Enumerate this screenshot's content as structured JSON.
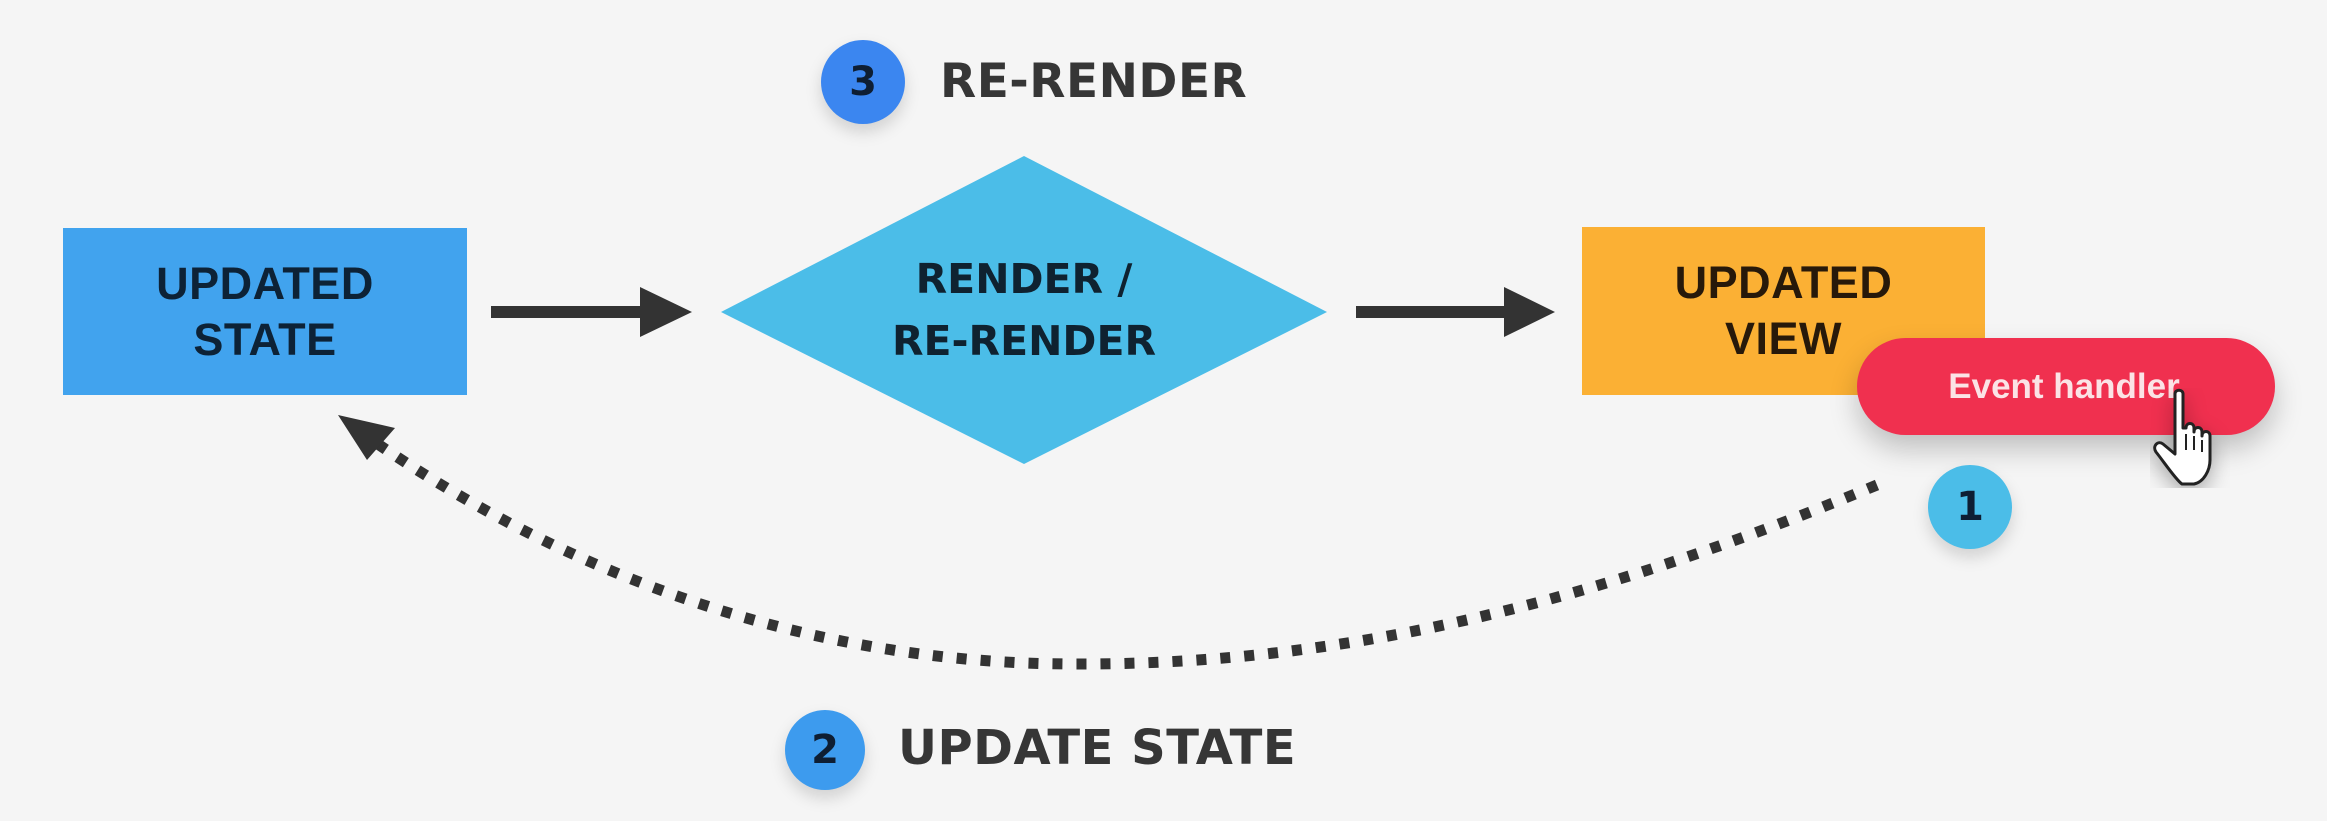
{
  "diagram": {
    "nodes": {
      "updated_state": {
        "line1": "UPDATED",
        "line2": "STATE",
        "color": "#41a3ee",
        "shape": "rectangle"
      },
      "render": {
        "line1": "RENDER /",
        "line2": "RE-RENDER",
        "color": "#4bbde8",
        "shape": "diamond"
      },
      "updated_view": {
        "line1": "UPDATED",
        "line2": "VIEW",
        "color": "#fbb034",
        "shape": "rectangle"
      }
    },
    "edges": [
      {
        "from": "updated_state",
        "to": "render",
        "style": "solid"
      },
      {
        "from": "render",
        "to": "updated_view",
        "style": "solid"
      },
      {
        "from": "updated_view",
        "to": "updated_state",
        "style": "dotted",
        "curved": true
      }
    ],
    "steps": [
      {
        "number": "1",
        "label": "",
        "color": "#4bbde8"
      },
      {
        "number": "2",
        "label": "UPDATE STATE",
        "color": "#3d9bee"
      },
      {
        "number": "3",
        "label": "RE-RENDER",
        "color": "#3b86f0"
      }
    ],
    "event_handler": {
      "label": "Event handler",
      "color": "#f0304f"
    },
    "cursor": "hand-pointer-icon",
    "background": "#f5f5f5",
    "arrow_color": "#333333"
  }
}
